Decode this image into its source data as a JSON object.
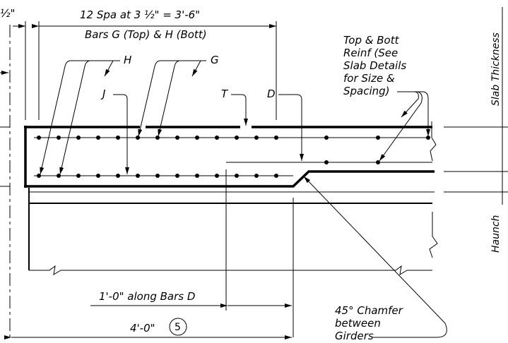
{
  "labels": {
    "spacing_dimension": "12 Spa at 3 ½\" = 3'-6\"",
    "bars_gh": "Bars G (Top) & H (Bott)",
    "bar_h": "H",
    "bar_g": "G",
    "bar_j": "J",
    "bar_t": "T",
    "bar_d": "D",
    "top_bott_reinf": [
      "Top & Bott",
      "Reinf (See",
      "Slab Details",
      "for Size &",
      "Spacing)"
    ],
    "slab_thickness": "Slab Thickness",
    "haunch": "Haunch",
    "along_bars_d": "1'-0\" along Bars D",
    "width_dim": "4'-0\"",
    "detail_ref": "5",
    "chamfer": [
      "45° Chamfer",
      "between",
      "Girders"
    ],
    "edge_fragment": "½\""
  }
}
